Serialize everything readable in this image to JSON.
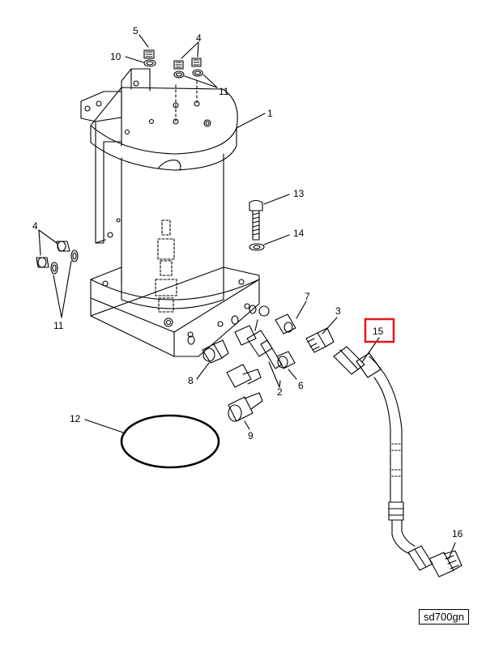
{
  "diagram": {
    "callouts": {
      "c1": "1",
      "c2": "2",
      "c3": "3",
      "c4_top": "4",
      "c4_left": "4",
      "c5": "5",
      "c6": "6",
      "c7": "7",
      "c8": "8",
      "c9": "9",
      "c10": "10",
      "c11_top": "11",
      "c11_left": "11",
      "c12": "12",
      "c13": "13",
      "c14": "14",
      "c15": "15",
      "c16": "16"
    },
    "highlight_color": "#e8141a",
    "line_color": "#000000",
    "drawing_code": "sd700gn"
  }
}
